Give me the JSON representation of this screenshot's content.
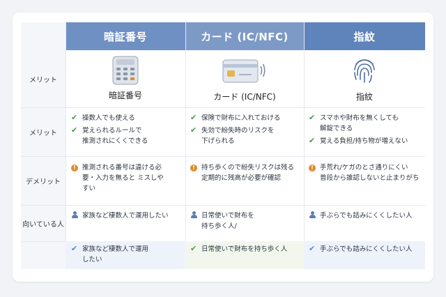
{
  "headers": [
    "暗証番号",
    "カード (IC/NFC)",
    "指紋"
  ],
  "row_labels": [
    "メリット",
    "メリット",
    "デメリット",
    "向いている人"
  ],
  "icon_captions": [
    "暗証番号",
    "カード (IC/NFC)",
    "指紋"
  ],
  "merits": [
    [
      "操数人でも使える",
      "覚えられるルールで\n推測されにくくできる"
    ],
    [
      "保険で財布に入れておける",
      "失効で紛失時のリスクを\n下げられる"
    ],
    [
      "スマホや財布を無くしても\n解錠できる",
      "覚える負担/持ち物が増えない"
    ]
  ],
  "demerits": [
    "推測される番号は違ける必\n要・入力を無ると ミスしや\nすい",
    "持ち歩くので紛失リスクは残る\n定期的に残高が必要が確認",
    "手荒れ/ケガのとさ通りにくい\n普段から誰認しないと止まりがち"
  ],
  "suited": [
    "家族など棲数人で運用したい",
    "日常使いで財布を\n持ち歩く人/",
    "手ぶらでも詰みにくくしたい人"
  ],
  "summary": [
    "家族など棲数人で運用\nしたい",
    "日常使いで財布を持ち歩く人",
    "手ぶらでも詰みにくくしたい人"
  ],
  "colors": {
    "header_blue": "#6f90c2",
    "check_green": "#4a9a4a",
    "warn_orange": "#e08a2c"
  }
}
